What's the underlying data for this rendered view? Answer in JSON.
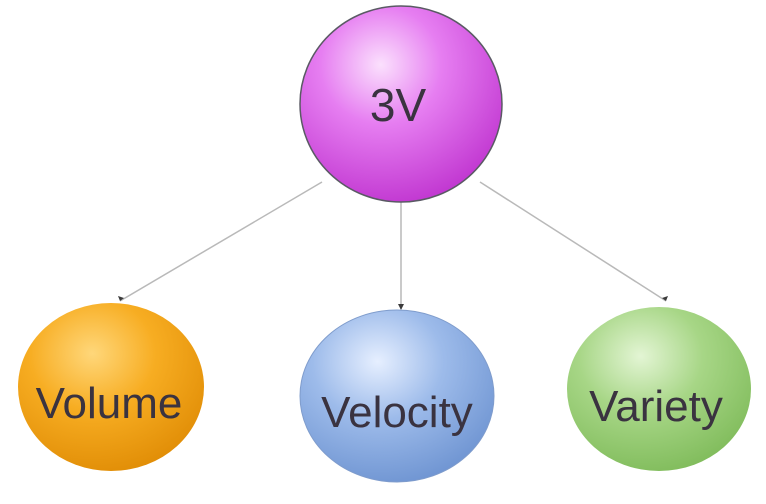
{
  "diagram": {
    "root": {
      "label": "3V",
      "color": "#d957e8"
    },
    "children": [
      {
        "id": "volume",
        "label": "Volume",
        "color": "#f5a81c"
      },
      {
        "id": "velocity",
        "label": "Velocity",
        "color": "#8fb2e4"
      },
      {
        "id": "variety",
        "label": "Variety",
        "color": "#9fd07f"
      }
    ],
    "connector_color": "#b9b9b9"
  }
}
